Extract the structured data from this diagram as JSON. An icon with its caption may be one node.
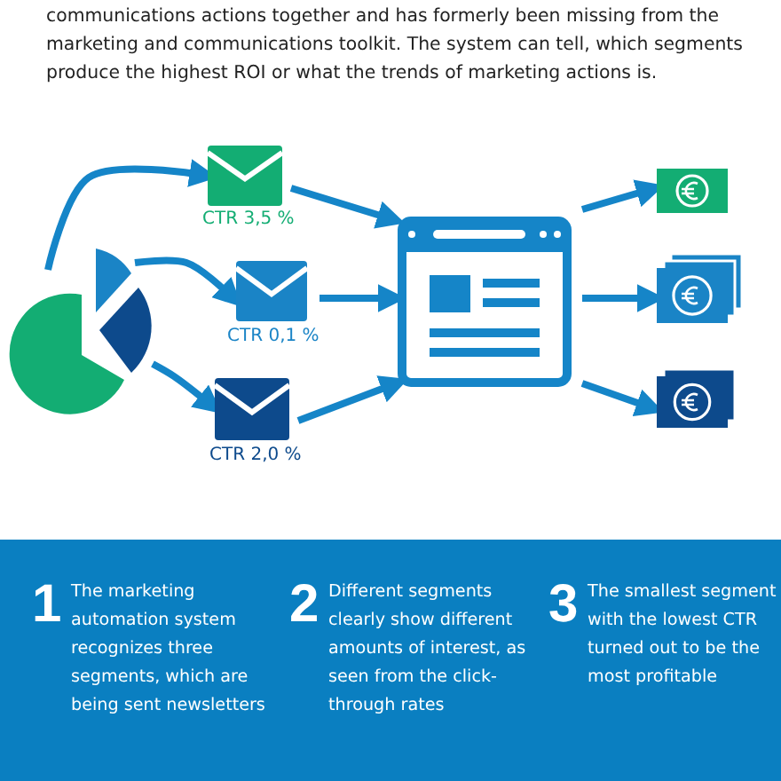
{
  "diagram": {
    "nodes": [
      {
        "text": [],
        "shape": "pie"
      },
      {
        "text": [],
        "shape": "envelope",
        "beside": [
          "CTR 3,5 %"
        ]
      },
      {
        "text": [],
        "shape": "envelope",
        "beside": [
          "CTR 0,1 %"
        ]
      },
      {
        "text": [],
        "shape": "envelope",
        "beside": [
          "CTR 2,0 %"
        ]
      },
      {
        "text": [],
        "shape": "window"
      },
      {
        "text": [],
        "shape": "banknote"
      },
      {
        "text": [],
        "shape": "banknote"
      },
      {
        "text": [],
        "shape": "banknote"
      }
    ],
    "edges": [
      {
        "from": 0,
        "to": 1,
        "arrow": "to"
      },
      {
        "from": 0,
        "to": 2,
        "arrow": "to"
      },
      {
        "from": 0,
        "to": 3,
        "arrow": "to"
      },
      {
        "from": 1,
        "to": 4,
        "arrow": "to"
      },
      {
        "from": 2,
        "to": 4,
        "arrow": "to"
      },
      {
        "from": 3,
        "to": 4,
        "arrow": "to"
      },
      {
        "from": 4,
        "to": 5,
        "arrow": "to"
      },
      {
        "from": 4,
        "to": 6,
        "arrow": "to"
      },
      {
        "from": 4,
        "to": 7,
        "arrow": "to"
      }
    ],
    "labels": [
      "communications actions together and has formerly been missing from the marketing and communications toolkit. The system can tell, which segments produce the highest ROI or what the trends of marketing actions is.",
      "1",
      "The marketing automation system recognizes three segments, which are being sent newsletters",
      "2",
      "Different segments clearly show different amounts of interest, as seen from the click-through rates",
      "3",
      "The smallest segment with the lowest CTR turned out to be the most profitable"
    ]
  }
}
